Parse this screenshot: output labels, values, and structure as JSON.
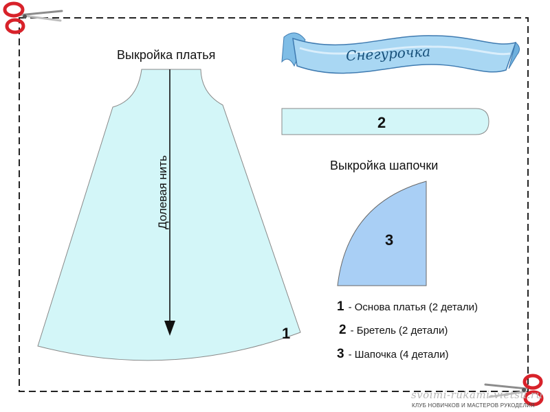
{
  "dress_pattern": {
    "title": "Выкройка платья",
    "grain_line_label": "Долевая нить",
    "piece_number": "1"
  },
  "strap_pattern": {
    "piece_number": "2"
  },
  "hat_pattern": {
    "title": "Выкройка шапочки",
    "piece_number": "3"
  },
  "banner": {
    "text": "Снегурочка"
  },
  "legend": [
    {
      "number": "1",
      "separator": "-",
      "text": "Основа платья (2 детали)"
    },
    {
      "number": "2",
      "separator": "-",
      "text": "Бретель (2 детали)"
    },
    {
      "number": "3",
      "separator": "-",
      "text": "Шапочка (4 детали)"
    }
  ],
  "watermark": {
    "url": "svoimi-rukami-vietsu.ru",
    "subtitle": "КЛУБ НОВИЧКОВ И МАСТЕРОВ РУКОДЕЛИЯ"
  },
  "colors": {
    "dress_fill": "#d3f6f8",
    "strap_fill": "#d3f6f8",
    "hat_fill": "#a9cff5",
    "banner_fill": "#a9d7f3",
    "banner_text": "#17507a",
    "scissors": "#d8222a"
  },
  "icons": [
    "scissors-icon-top-left",
    "scissors-icon-bottom-right"
  ]
}
